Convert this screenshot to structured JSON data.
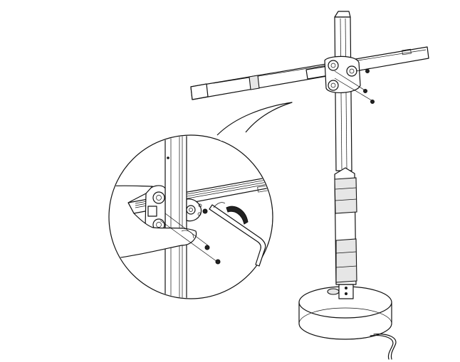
{
  "diagram": {
    "subject": "lamp-arm-assembly",
    "colors": {
      "line": "#111111",
      "background": "#ffffff",
      "shade": "#e6e6e6"
    },
    "icons": [
      "lamp-pole",
      "lamp-arm",
      "lamp-base",
      "screw",
      "hex-key",
      "hand",
      "rotation-arrow",
      "detail-callout"
    ]
  }
}
